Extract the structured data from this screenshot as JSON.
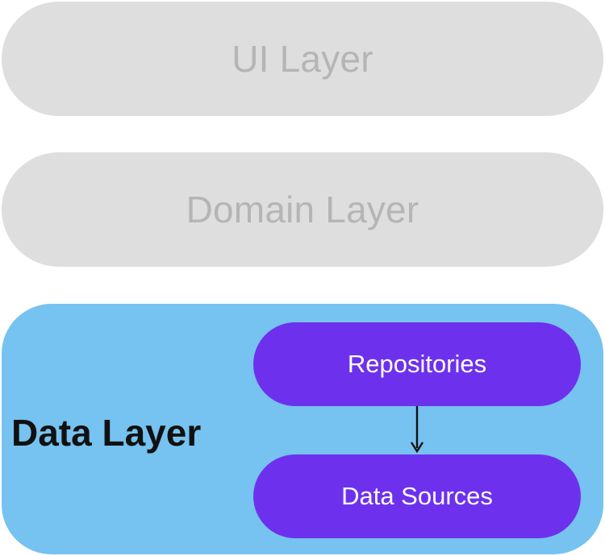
{
  "layers": {
    "ui": {
      "label": "UI Layer"
    },
    "domain": {
      "label": "Domain Layer"
    },
    "data": {
      "label": "Data Layer",
      "components": {
        "repositories": {
          "label": "Repositories"
        },
        "data_sources": {
          "label": "Data Sources"
        }
      }
    }
  },
  "colors": {
    "inactive_layer_bg": "#dedede",
    "inactive_layer_text": "#b5b5b5",
    "data_layer_bg": "#76c2f0",
    "component_bg": "#6d31ee",
    "component_text": "#ffffff",
    "arrow": "#111111"
  }
}
